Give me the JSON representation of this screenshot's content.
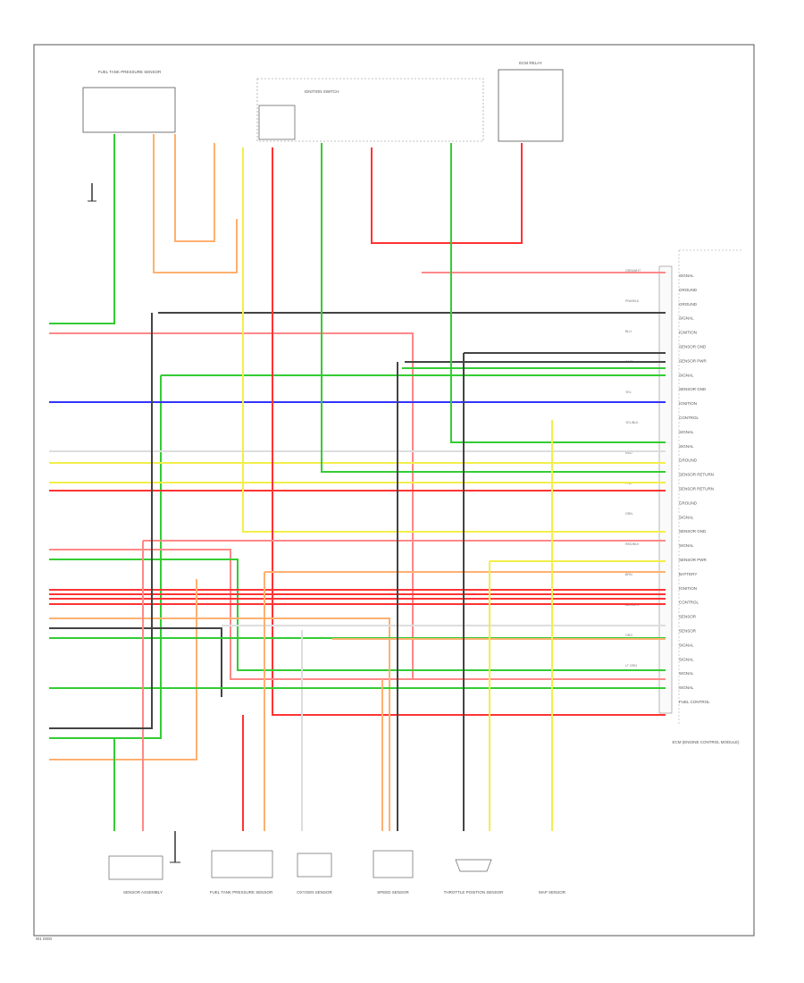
{
  "diagram": {
    "figure_code": "W1 0000",
    "colors": {
      "border": "#444444",
      "green": "#33cc33",
      "red": "#ff3333",
      "pink": "#ff8888",
      "yellow": "#f2ee4a",
      "blue": "#3333ff",
      "gray": "#444444",
      "orange": "#ffb070",
      "light": "#dddddd"
    },
    "ecm_pin_labels": [
      "SIGNAL",
      "GROUND",
      "GROUND",
      "SIGNAL",
      "IGNITION",
      "SENSOR GND",
      "SENSOR PWR",
      "SIGNAL",
      "SENSOR GND",
      "IGNITION",
      "CONTROL",
      "SIGNAL",
      "SIGNAL",
      "GROUND",
      "SENSOR RETURN",
      "SENSOR RETURN",
      "GROUND",
      "SIGNAL",
      "SENSOR GND",
      "SIGNAL",
      "SENSOR PWR",
      "BATTERY",
      "IGNITION",
      "CONTROL",
      "SENSOR",
      "SENSOR",
      "SIGNAL",
      "SIGNAL",
      "SIGNAL",
      "SIGNAL",
      "FUEL CONTROL"
    ],
    "wire_color_codes": [
      "GRN/WHT",
      "PNK/BLK",
      "BLU",
      "WHT",
      "YEL",
      "YEL/BLK",
      "RED",
      "PNK",
      "GRN",
      "RED/BLK",
      "BRN",
      "BLK/WHT",
      "ORG",
      "LT GRN"
    ],
    "top_components": [
      "FUEL TANK PRESSURE SENSOR",
      "IGNITION SWITCH",
      "ECM RELAY"
    ],
    "bottom_components": [
      "SENSOR ASSEMBLY",
      "FUEL TANK PRESSURE SENSOR",
      "OXYGEN SENSOR",
      "SPEED SENSOR",
      "THROTTLE POSITION SENSOR",
      "MAP SENSOR"
    ],
    "ecm_label": "ECM (ENGINE CONTROL MODULE)"
  }
}
